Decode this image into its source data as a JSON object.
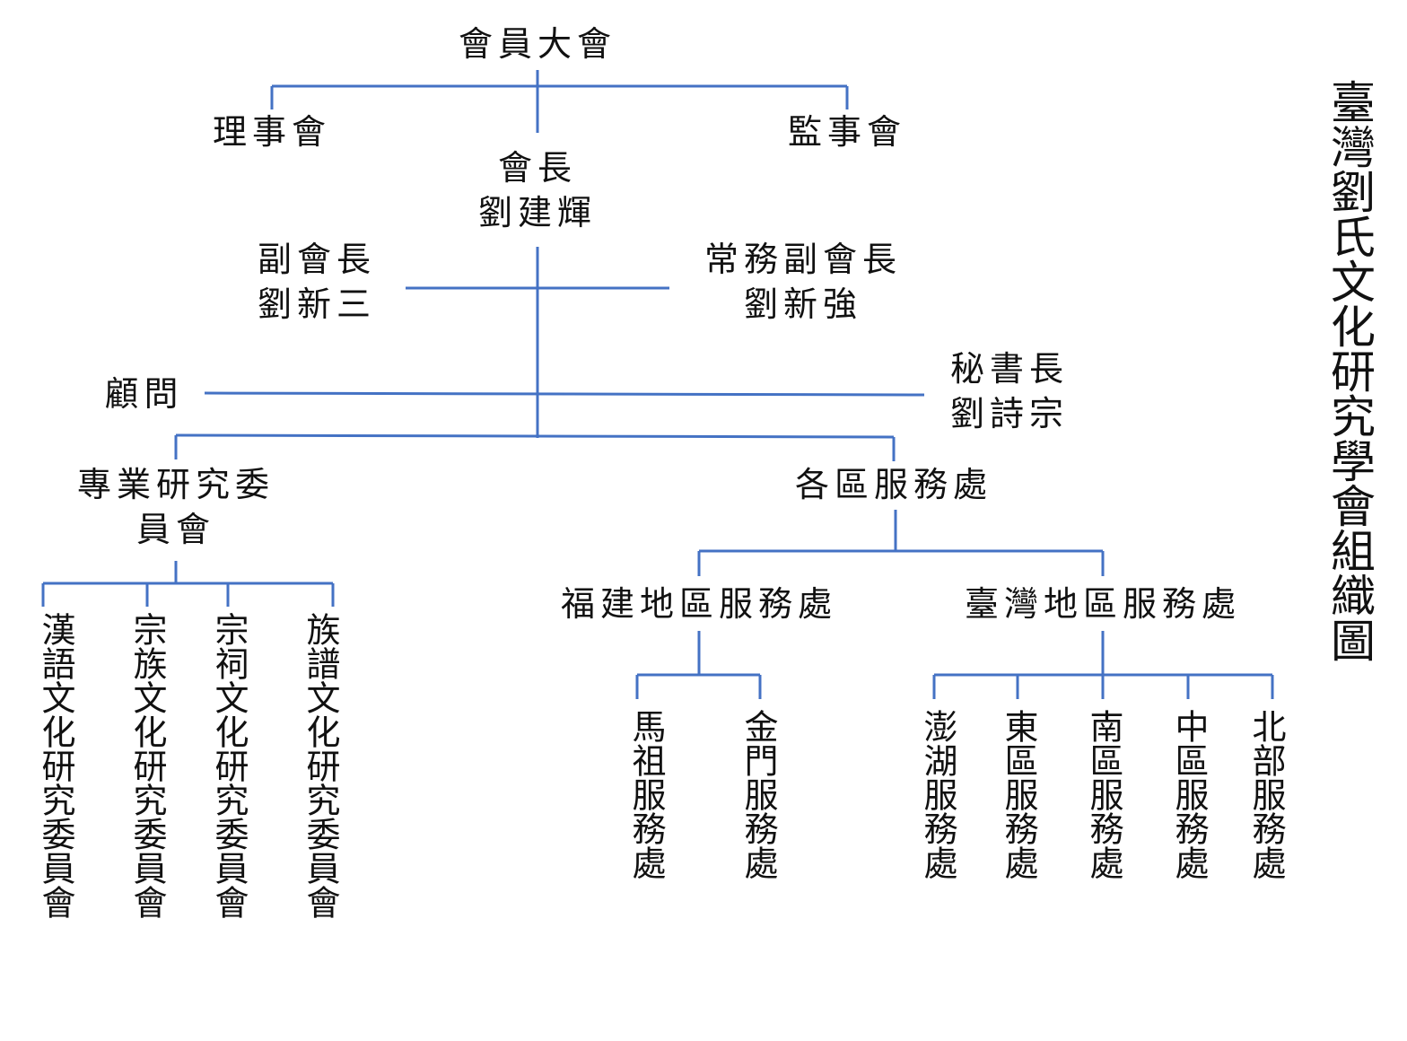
{
  "title": "臺灣劉氏文化研究學會組織圖",
  "line_color": "#4472C4",
  "nodes": {
    "general_assembly": "會員大會",
    "board_directors": "理事會",
    "board_supervisors": "監事會",
    "president_title": "會長",
    "president_name": "劉建輝",
    "vice_president_title": "副會長",
    "vice_president_name": "劉新三",
    "exec_vice_president_title": "常務副會長",
    "exec_vice_president_name": "劉新強",
    "advisors": "顧問",
    "secretary_general_title": "秘書長",
    "secretary_general_name": "劉詩宗",
    "research_committees_line1": "專業研究委",
    "research_committees_line2": "員會",
    "regional_offices": "各區服務處",
    "fujian_office": "福建地區服務處",
    "taiwan_office": "臺灣地區服務處"
  },
  "committees": [
    "漢語文化研究委員會",
    "宗族文化研究委員會",
    "宗祠文化研究委員會",
    "族譜文化研究委員會"
  ],
  "fujian_branches": [
    "馬祖服務處",
    "金門服務處"
  ],
  "taiwan_branches": [
    "澎湖服務處",
    "東區服務處",
    "南區服務處",
    "中區服務處",
    "北部服務處"
  ]
}
